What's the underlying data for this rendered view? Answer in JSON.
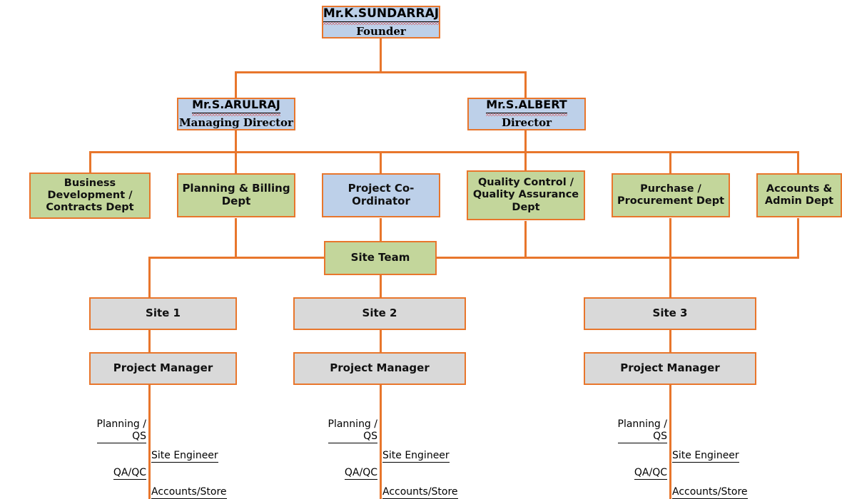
{
  "chart": {
    "title": "Organization Chart",
    "colors": {
      "connector": "#E8762C",
      "person_box": "#BDD0E9",
      "department_box": "#C3D69B",
      "site_box": "#D9D9D9",
      "border": "#E8762C",
      "spellcheck_squiggle": "#E03030"
    }
  },
  "founder": {
    "name": "Mr.K.SUNDARRAJ",
    "title": "Founder"
  },
  "executives": [
    {
      "name": "Mr.S.ARULRAJ",
      "title": "Managing Director"
    },
    {
      "name": "Mr.S.ALBERT",
      "title": "Director"
    }
  ],
  "departments": [
    {
      "label": "Business\nDevelopment /\nContracts Dept",
      "color": "green"
    },
    {
      "label": "Planning & Billing\nDept",
      "color": "green"
    },
    {
      "label": "Project Co-\nOrdinator",
      "color": "blue"
    },
    {
      "label": "Quality Control /\nQuality Assurance\nDept",
      "color": "green"
    },
    {
      "label": "Purchase /\nProcurement Dept",
      "color": "green"
    },
    {
      "label": "Accounts &\nAdmin Dept",
      "color": "green"
    }
  ],
  "site_team": {
    "label": "Site Team"
  },
  "sites": [
    {
      "name": "Site 1",
      "manager": "Project Manager",
      "roles_left": [
        "Planning /\nQS",
        "QA/QC"
      ],
      "roles_right": [
        "Site Engineer",
        "Accounts/Store"
      ]
    },
    {
      "name": "Site 2",
      "manager": "Project Manager",
      "roles_left": [
        "Planning /\nQS",
        "QA/QC"
      ],
      "roles_right": [
        "Site Engineer",
        "Accounts/Store"
      ]
    },
    {
      "name": "Site 3",
      "manager": "Project Manager",
      "roles_left": [
        "Planning /\nQS",
        "QA/QC"
      ],
      "roles_right": [
        "Site Engineer",
        "Accounts/Store"
      ]
    }
  ]
}
